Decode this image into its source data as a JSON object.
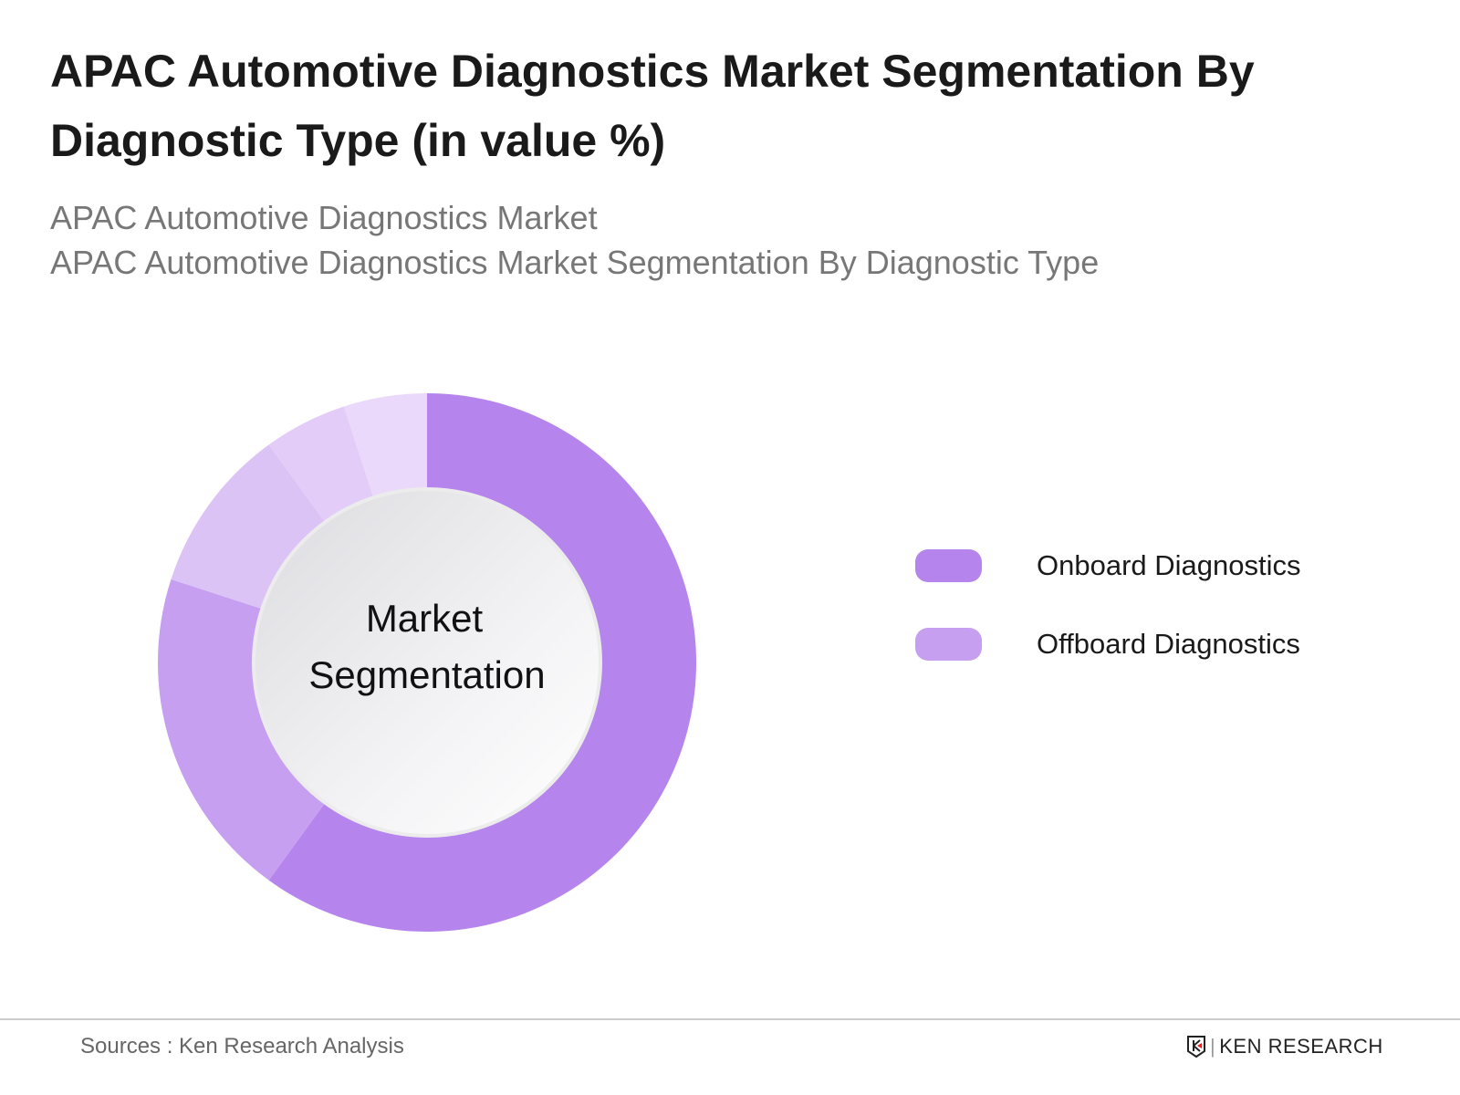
{
  "title": "APAC Automotive Diagnostics Market Segmentation By Diagnostic Type (in value %)",
  "subtitles": [
    "APAC Automotive Diagnostics Market",
    "APAC Automotive Diagnostics Market Segmentation By Diagnostic Type"
  ],
  "chart_data": {
    "type": "pie",
    "variant": "donut",
    "center_label": [
      "Market",
      "Segmentation"
    ],
    "values": [
      60,
      20,
      10,
      5,
      5
    ],
    "colors": [
      "#b584ec",
      "#c79ff0",
      "#dcc3f6",
      "#e3cdf8",
      "#ead9fa"
    ],
    "legend": [
      {
        "name": "Onboard Diagnostics",
        "color": "#b584ec"
      },
      {
        "name": "Offboard Diagnostics",
        "color": "#c79ff0"
      }
    ],
    "legend_position": "right"
  },
  "footer": {
    "source": "Sources : Ken Research Analysis",
    "logo": "KEN RESEARCH"
  }
}
